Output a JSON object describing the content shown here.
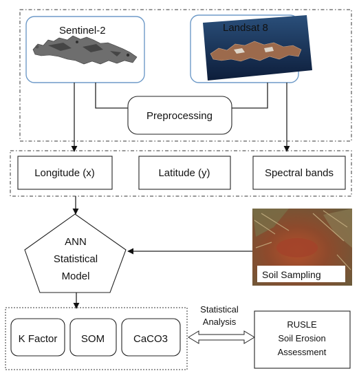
{
  "satellites": {
    "sentinel": {
      "label": "Sentinel-2"
    },
    "landsat": {
      "label": "Landsat 8"
    }
  },
  "preprocessing": {
    "label": "Preprocessing"
  },
  "inputs": {
    "longitude": "Longitude (x)",
    "latitude": "Latitude (y)",
    "spectral": "Spectral bands"
  },
  "model": {
    "lines": [
      "ANN",
      "Statistical",
      "Model"
    ]
  },
  "soil_sampling": {
    "label": "Soil Sampling"
  },
  "outputs": {
    "k_factor": "K Factor",
    "som": "SOM",
    "caco3": "CaCO3"
  },
  "statistical_analysis": {
    "lines": [
      "Statistical",
      "Analysis"
    ]
  },
  "rusle": {
    "lines": [
      "RUSLE",
      "Soil Erosion",
      "Assessment"
    ]
  }
}
